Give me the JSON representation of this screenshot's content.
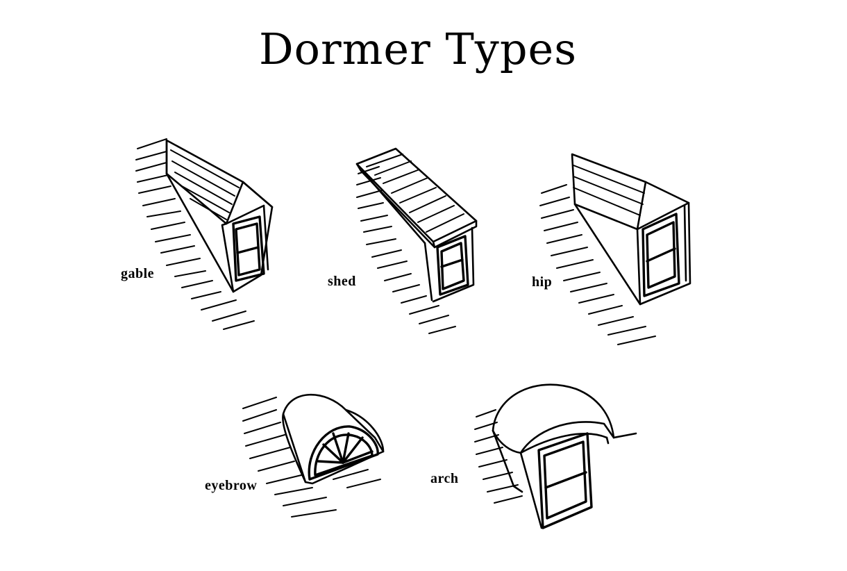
{
  "title": "Dormer Types",
  "dormers": [
    {
      "key": "gable",
      "label": "gable",
      "icon": "gable-dormer-drawing"
    },
    {
      "key": "shed",
      "label": "shed",
      "icon": "shed-dormer-drawing"
    },
    {
      "key": "hip",
      "label": "hip",
      "icon": "hip-dormer-drawing"
    },
    {
      "key": "eyebrow",
      "label": "eyebrow",
      "icon": "eyebrow-dormer-drawing"
    },
    {
      "key": "arch",
      "label": "arch",
      "icon": "arch-dormer-drawing"
    }
  ]
}
